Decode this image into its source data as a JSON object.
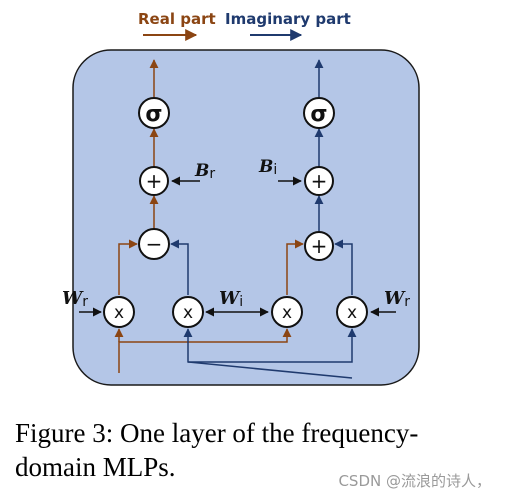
{
  "legend": {
    "real": {
      "label": "Real part",
      "color": "#8b4513"
    },
    "imag": {
      "label": "Imaginary part",
      "color": "#1f3a6e"
    }
  },
  "colors": {
    "panel_fill": "#b4c6e7",
    "panel_border": "#1a1a1a",
    "node_fill": "#ffffff",
    "node_border": "#111111"
  },
  "nodes": {
    "sigma": "σ",
    "add": "+",
    "sub": "−",
    "mul": "x"
  },
  "labels": {
    "b_real": {
      "main": "B",
      "sub": "r"
    },
    "b_imag": {
      "main": "B",
      "sub": "i"
    },
    "w_real_left": {
      "main": "W",
      "sub": "r"
    },
    "w_imag": {
      "main": "W",
      "sub": "i"
    },
    "w_real_right": {
      "main": "W",
      "sub": "r"
    }
  },
  "caption": "Figure 3: One layer of the frequency-domain MLPs.",
  "watermark": "CSDN @流浪的诗人，"
}
